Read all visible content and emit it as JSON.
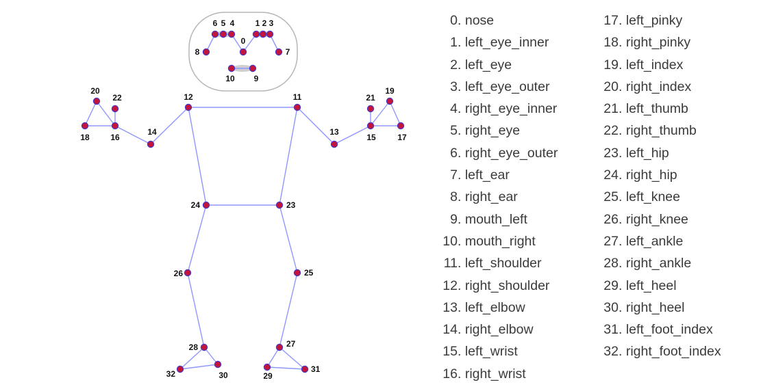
{
  "colors": {
    "bone": "#8f96ff",
    "joint_fill": "#c4143c",
    "joint_ring": "#4338c8",
    "face_outline": "#b5b5b5",
    "face_feature": "#cfcfcf",
    "text": "#3b3b3b"
  },
  "keypoints": [
    {
      "id": "0",
      "name": "nose"
    },
    {
      "id": "1",
      "name": "left_eye_inner"
    },
    {
      "id": "2",
      "name": "left_eye"
    },
    {
      "id": "3",
      "name": "left_eye_outer"
    },
    {
      "id": "4",
      "name": "right_eye_inner"
    },
    {
      "id": "5",
      "name": "right_eye"
    },
    {
      "id": "6",
      "name": "right_eye_outer"
    },
    {
      "id": "7",
      "name": "left_ear"
    },
    {
      "id": "8",
      "name": "right_ear"
    },
    {
      "id": "9",
      "name": "mouth_left"
    },
    {
      "id": "10",
      "name": "mouth_right"
    },
    {
      "id": "11",
      "name": "left_shoulder"
    },
    {
      "id": "12",
      "name": "right_shoulder"
    },
    {
      "id": "13",
      "name": "left_elbow"
    },
    {
      "id": "14",
      "name": "right_elbow"
    },
    {
      "id": "15",
      "name": "left_wrist"
    },
    {
      "id": "16",
      "name": "right_wrist"
    },
    {
      "id": "17",
      "name": "left_pinky"
    },
    {
      "id": "18",
      "name": "right_pinky"
    },
    {
      "id": "19",
      "name": "left_index"
    },
    {
      "id": "20",
      "name": "right_index"
    },
    {
      "id": "21",
      "name": "left_thumb"
    },
    {
      "id": "22",
      "name": "right_thumb"
    },
    {
      "id": "23",
      "name": "left_hip"
    },
    {
      "id": "24",
      "name": "right_hip"
    },
    {
      "id": "25",
      "name": "left_knee"
    },
    {
      "id": "26",
      "name": "right_knee"
    },
    {
      "id": "27",
      "name": "left_ankle"
    },
    {
      "id": "28",
      "name": "right_ankle"
    },
    {
      "id": "29",
      "name": "left_heel"
    },
    {
      "id": "30",
      "name": "right_heel"
    },
    {
      "id": "31",
      "name": "left_foot_index"
    },
    {
      "id": "32",
      "name": "right_foot_index"
    }
  ]
}
